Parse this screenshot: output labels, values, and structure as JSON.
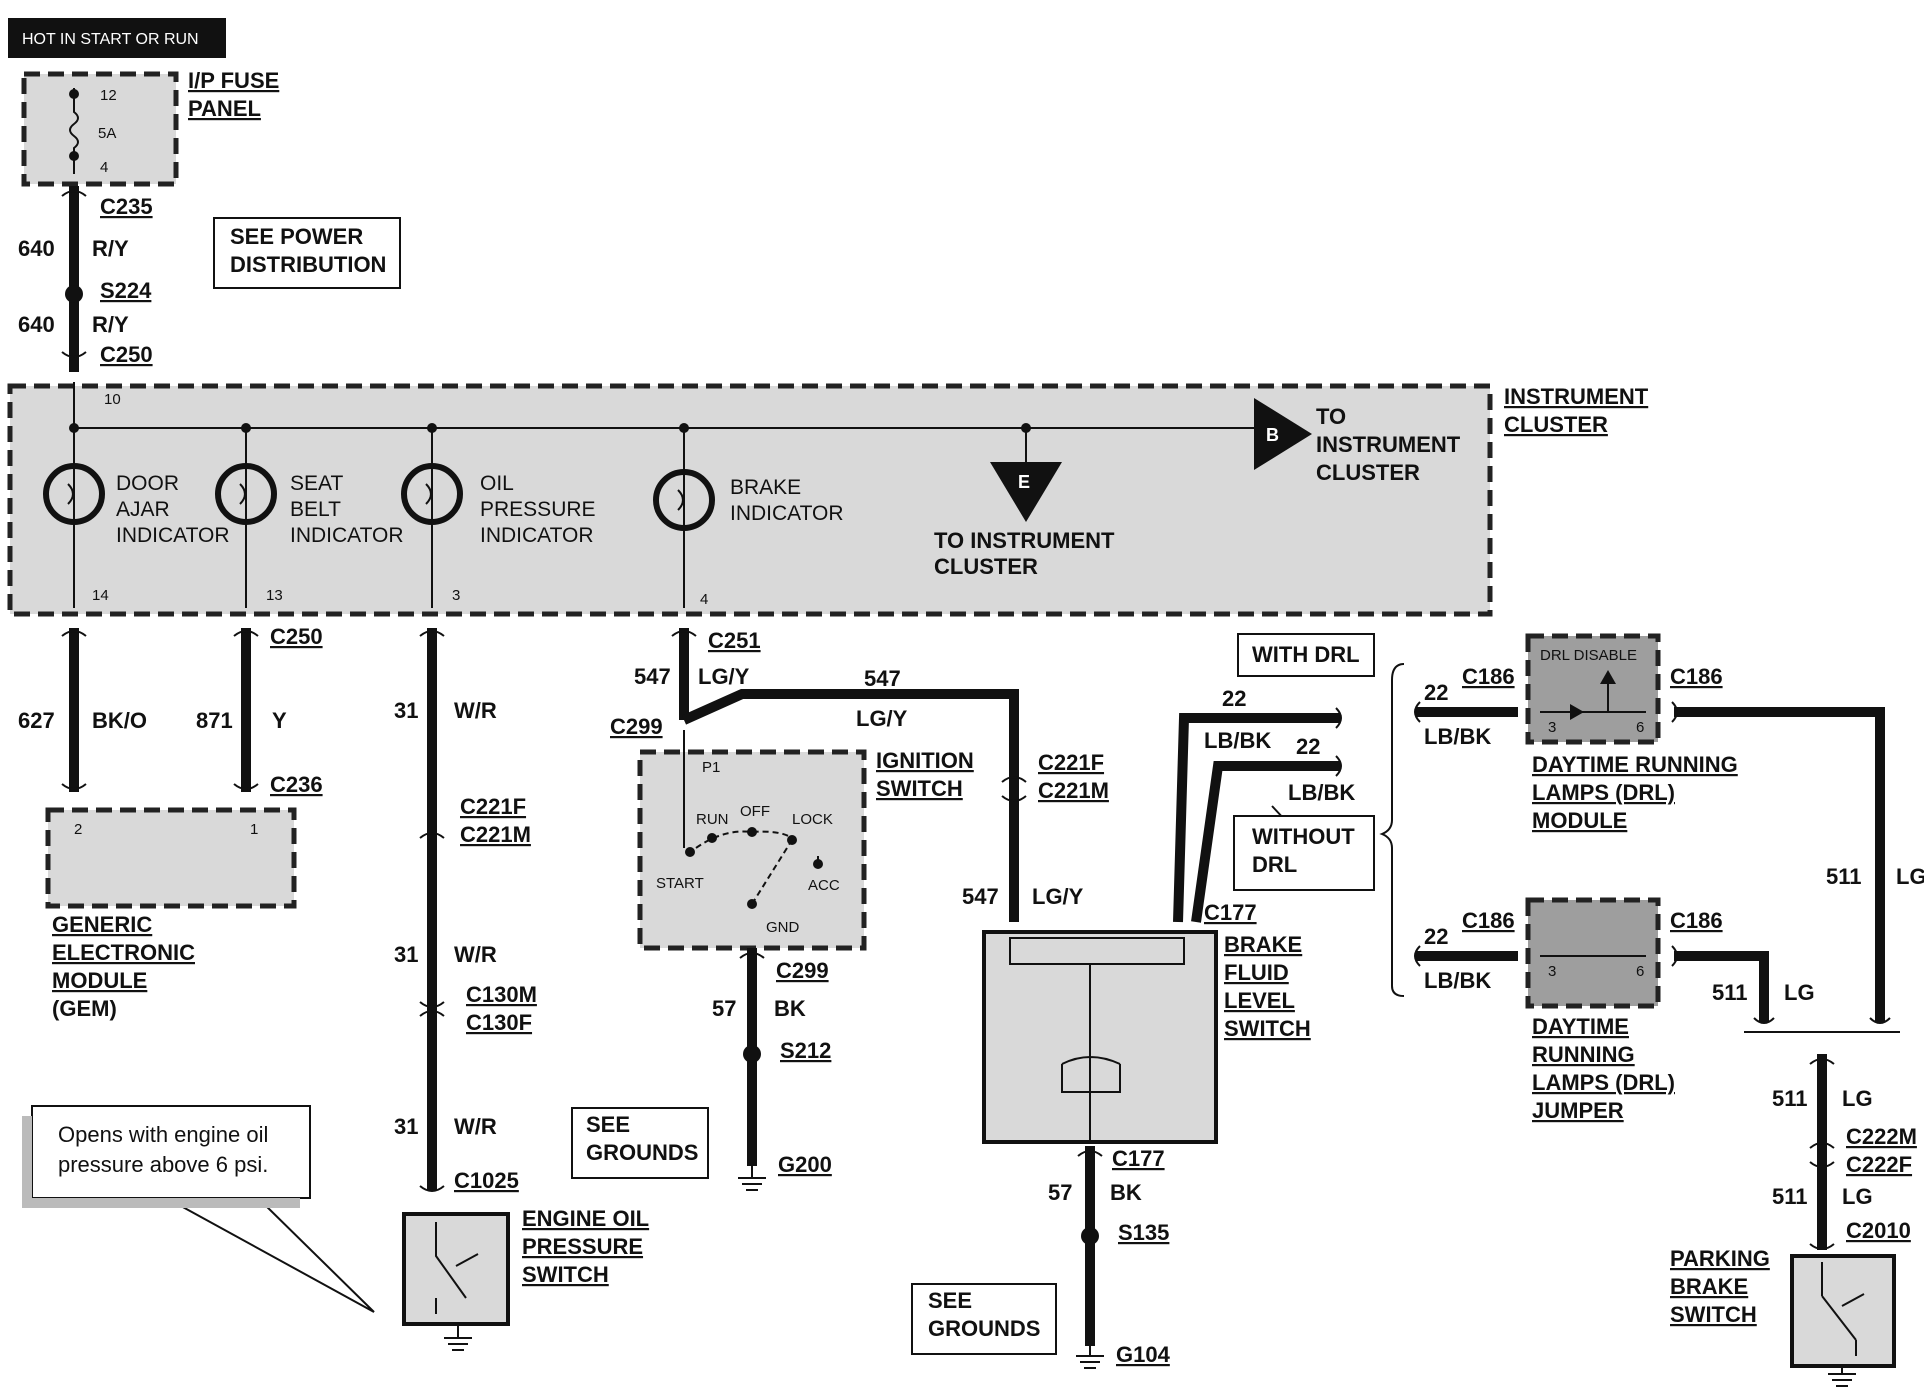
{
  "header": {
    "hot_label": "HOT IN START OR RUN"
  },
  "fuse_panel": {
    "title_line1": "I/P FUSE",
    "title_line2": "PANEL",
    "pin_top": "12",
    "rating": "5A",
    "pin_bottom": "4"
  },
  "see_power": {
    "line1": "SEE POWER",
    "line2": "DISTRIBUTION"
  },
  "feed": {
    "c235": "C235",
    "circuit": "640",
    "color": "R/Y",
    "s224": "S224",
    "circuit2": "640",
    "color2": "R/Y",
    "c250": "C250"
  },
  "cluster": {
    "title_line1": "INSTRUMENT",
    "title_line2": "CLUSTER",
    "pin_in": "10",
    "door": {
      "l1": "DOOR",
      "l2": "AJAR",
      "l3": "INDICATOR",
      "pin": "14"
    },
    "seat": {
      "l1": "SEAT",
      "l2": "BELT",
      "l3": "INDICATOR",
      "pin": "13"
    },
    "oil": {
      "l1": "OIL",
      "l2": "PRESSURE",
      "l3": "INDICATOR",
      "pin": "3"
    },
    "brake": {
      "l1": "BRAKE",
      "l2": "INDICATOR",
      "pin": "4"
    },
    "ref_e": "E",
    "ref_e_l1": "TO INSTRUMENT",
    "ref_e_l2": "CLUSTER",
    "ref_b": "B",
    "ref_b_l1": "TO",
    "ref_b_l2": "INSTRUMENT",
    "ref_b_l3": "CLUSTER"
  },
  "gem": {
    "c250": "C250",
    "c236": "C236",
    "circ_a": "627",
    "color_a": "BK/O",
    "circ_b": "871",
    "color_b": "Y",
    "pin_a": "2",
    "pin_b": "1",
    "l1": "GENERIC",
    "l2": "ELECTRONIC",
    "l3": "MODULE",
    "l4": "(GEM)"
  },
  "oil_circuit": {
    "circ": "31",
    "color": "W/R",
    "c221f": "C221F",
    "c221m": "C221M",
    "c130m": "C130M",
    "c130f": "C130F",
    "c1025": "C1025",
    "sw_l1": "ENGINE OIL",
    "sw_l2": "PRESSURE",
    "sw_l3": "SWITCH",
    "note_l1": "Opens with engine oil",
    "note_l2": "pressure above 6 psi."
  },
  "ignition": {
    "c251": "C251",
    "circ": "547",
    "color": "LG/Y",
    "c299": "C299",
    "pin": "P1",
    "run": "RUN",
    "off": "OFF",
    "lock": "LOCK",
    "start": "START",
    "acc": "ACC",
    "gnd": "GND",
    "l1": "IGNITION",
    "l2": "SWITCH",
    "c299b": "C299",
    "gcirc": "57",
    "gcolor": "BK",
    "s212": "S212",
    "g200": "G200",
    "grounds_l1": "SEE",
    "grounds_l2": "GROUNDS"
  },
  "brake_fluid": {
    "circ": "547",
    "color": "LG/Y",
    "c221f": "C221F",
    "c221m": "C221M",
    "c177": "C177",
    "l1": "BRAKE",
    "l2": "FLUID",
    "l3": "LEVEL",
    "l4": "SWITCH",
    "c177b": "C177",
    "gcirc": "57",
    "gcolor": "BK",
    "s135": "S135",
    "g104": "G104",
    "grounds_l1": "SEE",
    "grounds_l2": "GROUNDS"
  },
  "drl": {
    "with_drl": "WITH DRL",
    "without_l1": "WITHOUT",
    "without_l2": "DRL",
    "circ22": "22",
    "color22": "LB/BK",
    "c186": "C186",
    "disable": "DRL DISABLE",
    "pin3": "3",
    "pin6": "6",
    "mod_l1": "DAYTIME RUNNING",
    "mod_l2": "LAMPS (DRL)",
    "mod_l3": "MODULE",
    "jmp_l1": "DAYTIME",
    "jmp_l2": "RUNNING",
    "jmp_l3": "LAMPS (DRL)",
    "jmp_l4": "JUMPER",
    "circ511": "511",
    "color511": "LG"
  },
  "parking": {
    "circ": "511",
    "color": "LG",
    "c222m": "C222M",
    "c222f": "C222F",
    "c2010": "C2010",
    "l1": "PARKING",
    "l2": "BRAKE",
    "l3": "SWITCH"
  }
}
